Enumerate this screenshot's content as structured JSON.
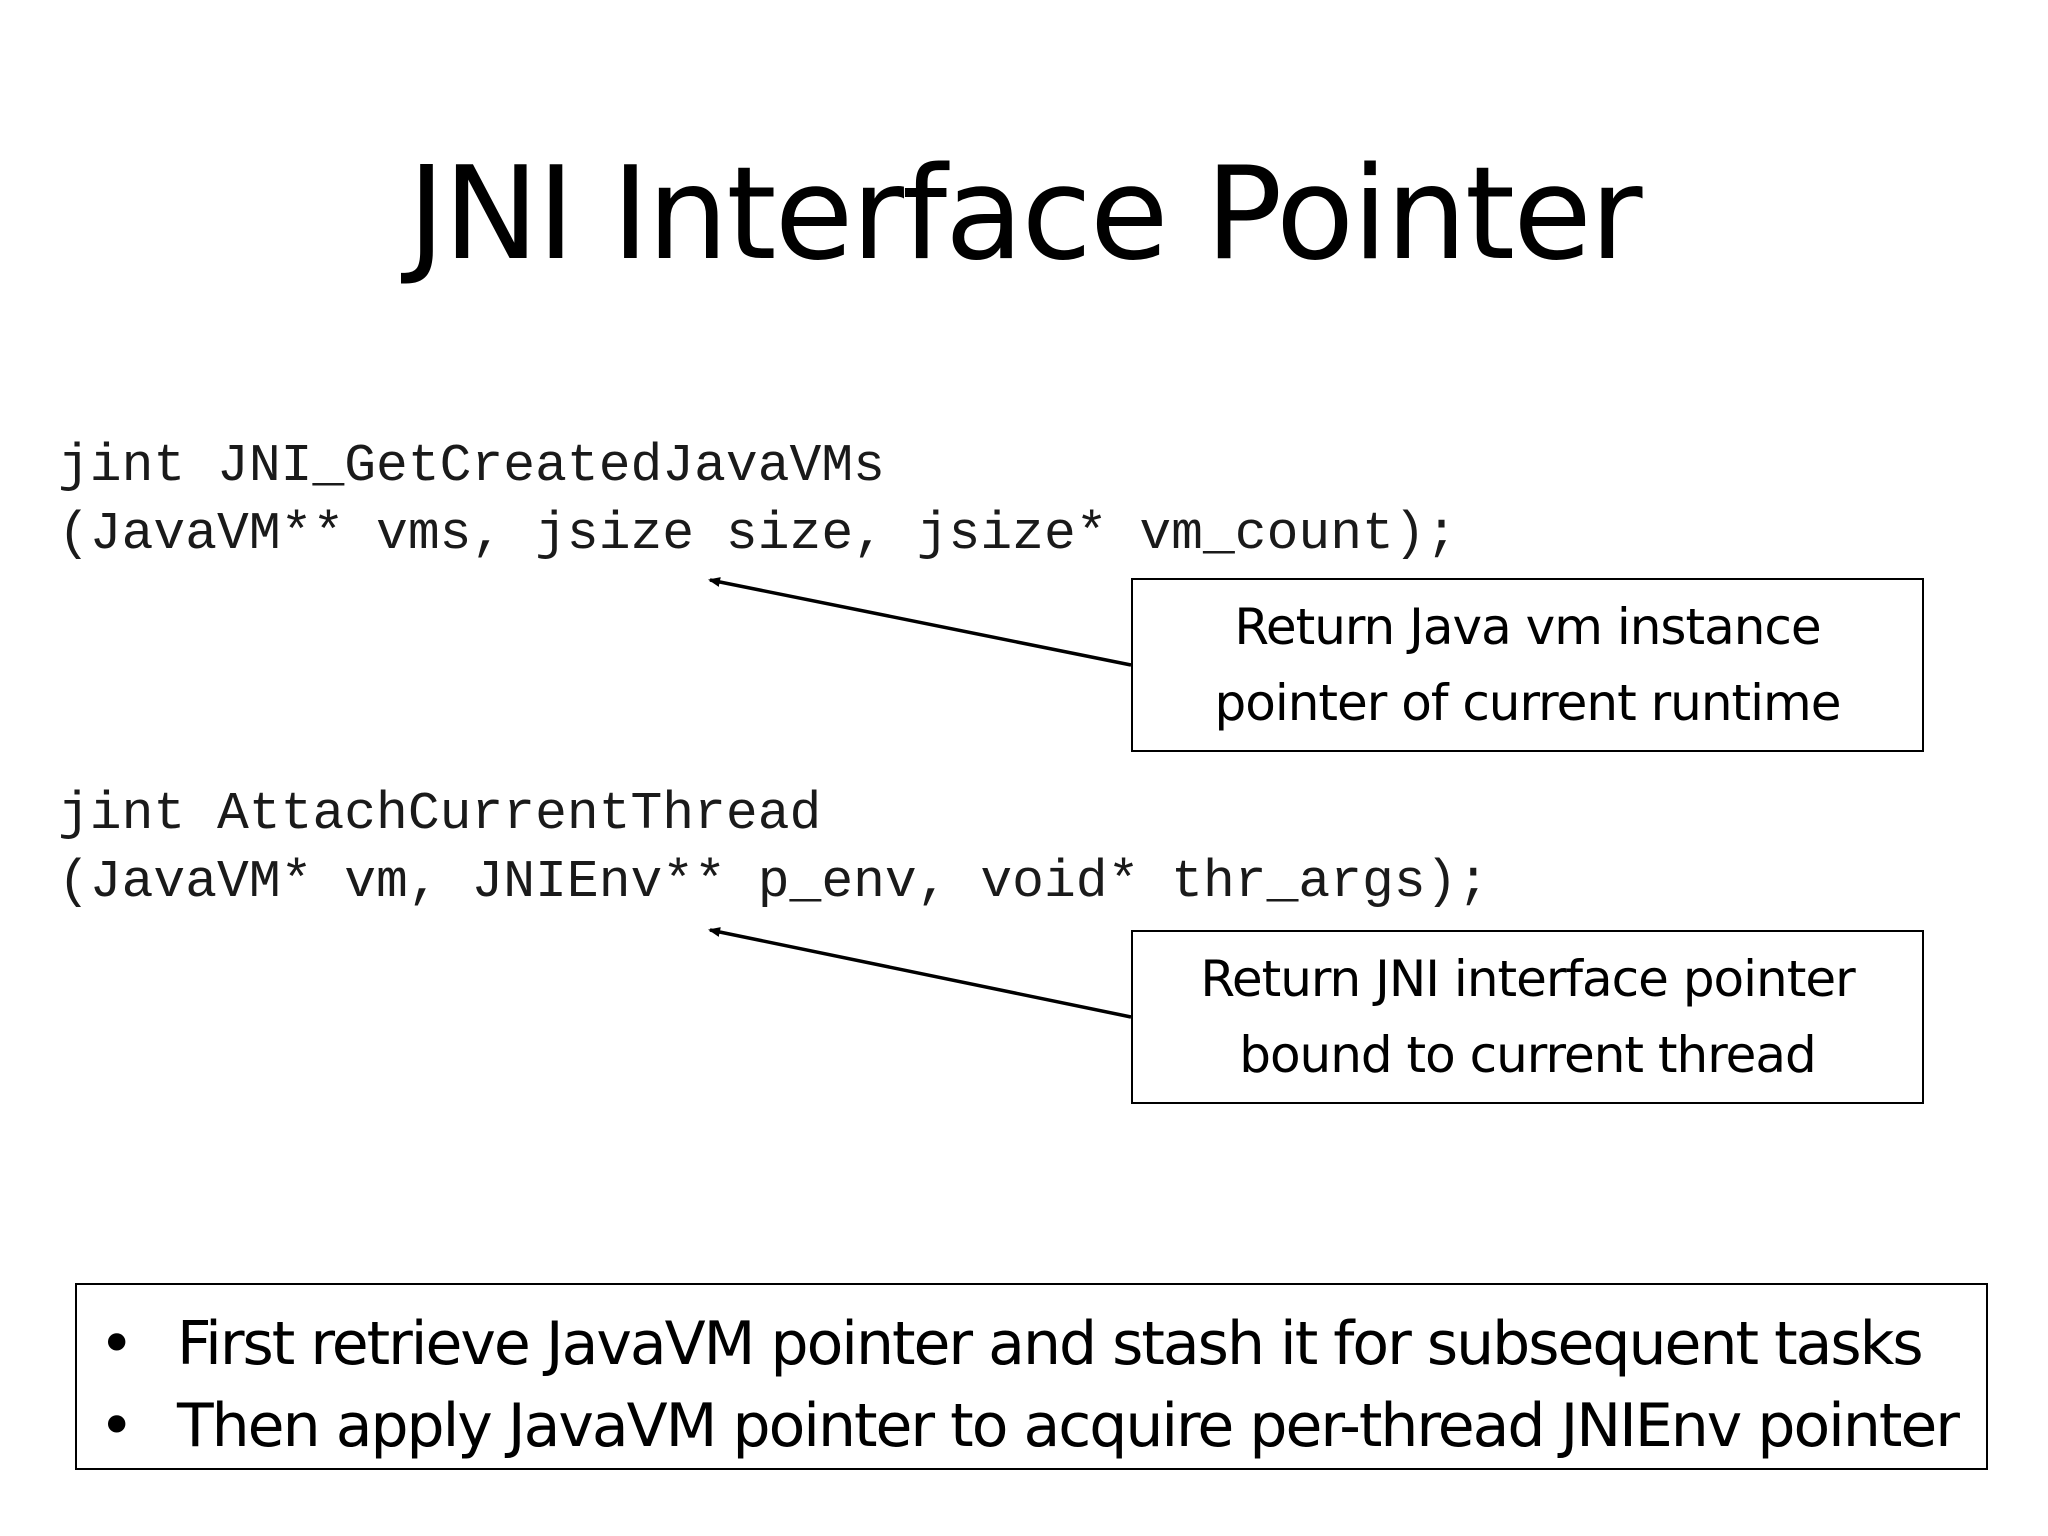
{
  "slide": {
    "title": "JNI Interface Pointer",
    "code_blocks": [
      {
        "line1": "jint JNI_GetCreatedJavaVMs",
        "line2": "(JavaVM** vms, jsize size, jsize* vm_count);"
      },
      {
        "line1": "jint AttachCurrentThread",
        "line2": "(JavaVM* vm, JNIEnv** p_env, void* thr_args);"
      }
    ],
    "callouts": [
      {
        "line1": "Return Java vm instance",
        "line2": "pointer of current runtime"
      },
      {
        "line1": "Return JNI interface pointer",
        "line2": "bound to current thread"
      }
    ],
    "bullets": [
      {
        "marker": "•",
        "text": "First retrieve JavaVM pointer and stash it for subsequent tasks"
      },
      {
        "marker": "•",
        "text": "Then apply JavaVM pointer to acquire per-thread JNIEnv pointer"
      }
    ],
    "colors": {
      "background": "#ffffff",
      "text": "#000000",
      "code_text": "#1a1a1a"
    }
  }
}
